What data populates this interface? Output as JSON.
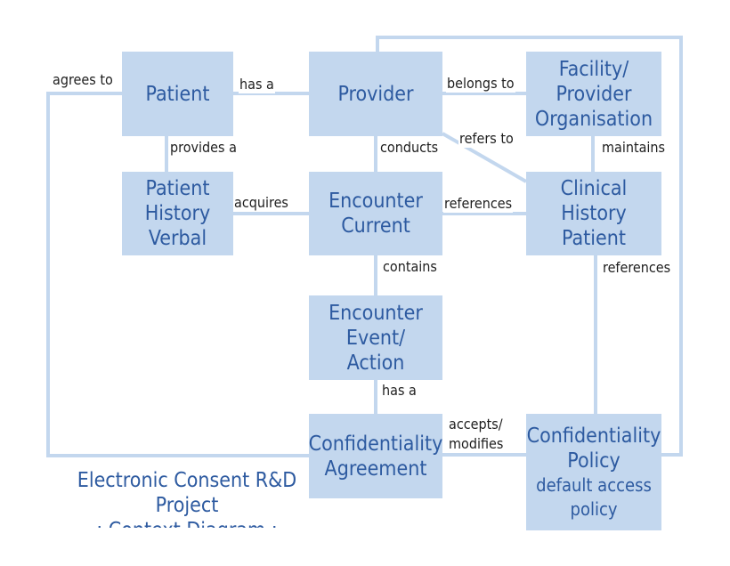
{
  "diagram": {
    "nodes": {
      "patient": [
        "Patient"
      ],
      "provider": [
        "Provider"
      ],
      "facility": [
        "Facility/",
        "Provider",
        "Organisation"
      ],
      "patient_history": [
        "Patient",
        "History",
        "Verbal"
      ],
      "encounter_current": [
        "Encounter",
        "Current"
      ],
      "clinical_history": [
        "Clinical",
        "History",
        "Patient"
      ],
      "encounter_event": [
        "Encounter",
        "Event/",
        "Action"
      ],
      "conf_agreement": [
        "Confidentiality",
        "Agreement"
      ],
      "conf_policy": [
        "Confidentiality",
        "Policy"
      ],
      "conf_policy_sub": [
        "default access",
        "policy"
      ]
    },
    "relations": {
      "agrees_to": "agrees to",
      "has_a_top": "has a",
      "belongs_to": "belongs to",
      "provides_a": "provides a",
      "conducts": "conducts",
      "refers_to": "refers to",
      "maintains": "maintains",
      "acquires": "acquires",
      "references_mid": "references",
      "contains": "contains",
      "references_right": "references",
      "has_a_bottom": "has a",
      "accepts_modifies": [
        "accepts/",
        "modifies"
      ]
    },
    "caption": [
      "Electronic Consent R&D",
      "Project",
      ": Context Diagram :"
    ],
    "colors": {
      "box": "#c3d7ee",
      "box_text": "#2d5aa0",
      "line": "#c3d7ee",
      "label": "#1e1e1e"
    }
  }
}
